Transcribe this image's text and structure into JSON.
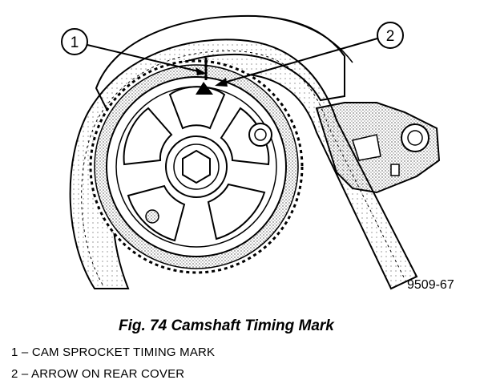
{
  "figure": {
    "figure_id": "9509-67",
    "caption": "Fig. 74 Camshaft Timing Mark"
  },
  "callouts": [
    {
      "number": "1",
      "text": "CAM SPROCKET TIMING MARK"
    },
    {
      "number": "2",
      "text": "ARROW ON REAR COVER"
    }
  ],
  "legend": [
    {
      "label": "1 – CAM SPROCKET TIMING MARK"
    },
    {
      "label": "2 – ARROW ON REAR COVER"
    }
  ]
}
